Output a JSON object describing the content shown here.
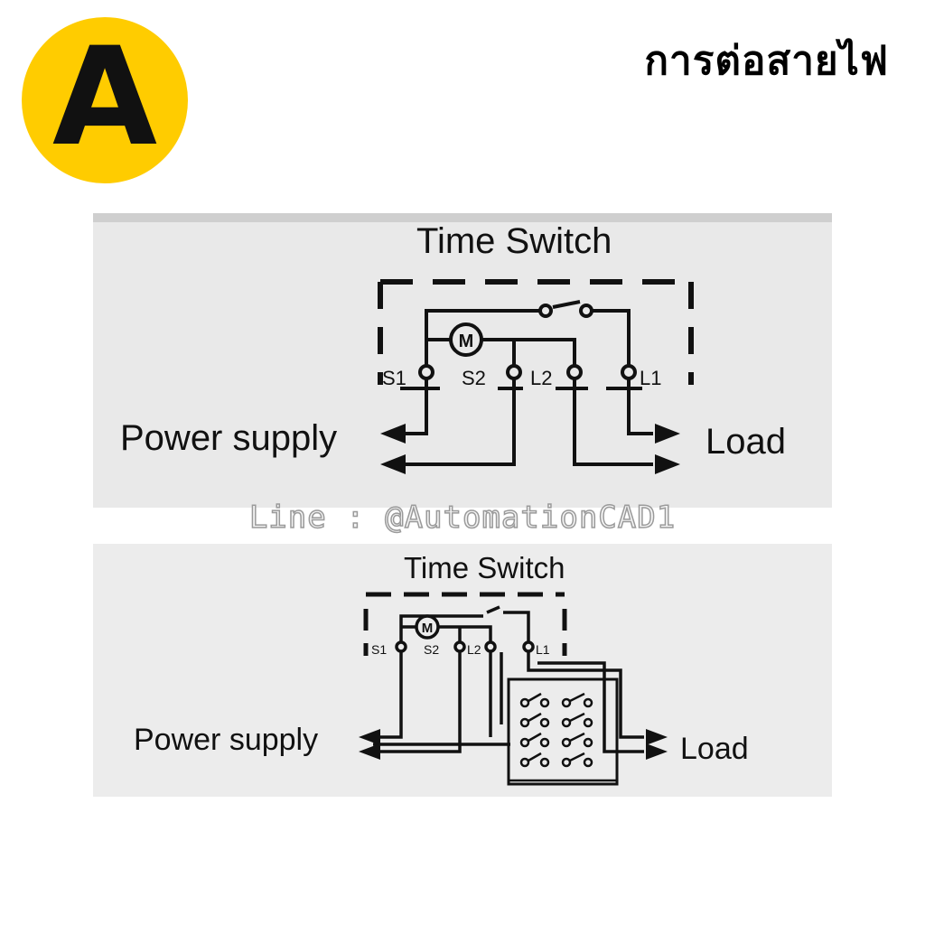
{
  "logo": {
    "letter": "A",
    "color": "#ffcc00"
  },
  "header": {
    "title": "การต่อสายไฟ"
  },
  "watermark": {
    "text": "Line : @AutomationCAD1"
  },
  "diagram_top": {
    "title": "Time Switch",
    "terminals": {
      "s1": "S1",
      "s2": "S2",
      "l2": "L2",
      "l1": "L1"
    },
    "motor": "M",
    "power_label": "Power supply",
    "load_label": "Load"
  },
  "diagram_bottom": {
    "title": "Time Switch",
    "terminals": {
      "s1": "S1",
      "s2": "S2",
      "l2": "L2",
      "l1": "L1"
    },
    "motor": "M",
    "power_label": "Power supply",
    "load_label": "Load"
  }
}
